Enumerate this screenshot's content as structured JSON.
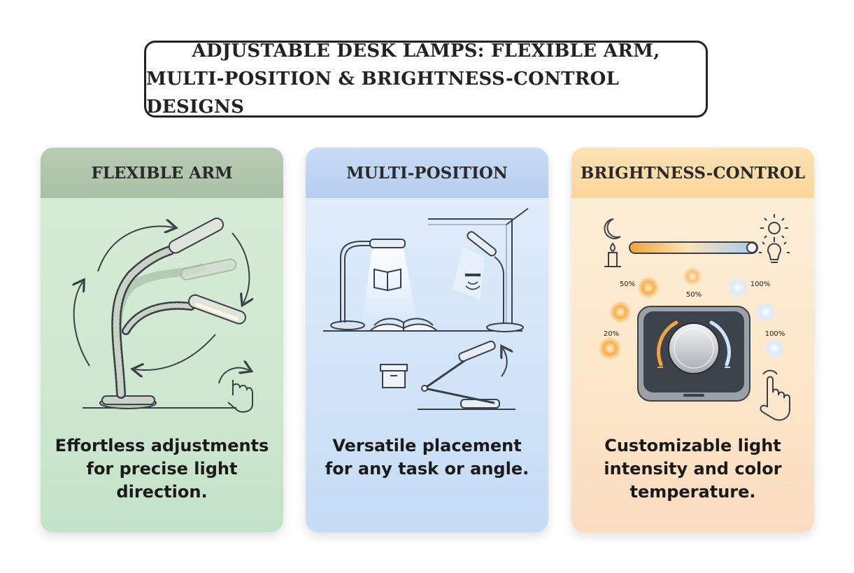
{
  "title": {
    "line1": "ADJUSTABLE DESK LAMPS: FLEXIBLE ARM,",
    "line2": "MULTI-POSITION & BRIGHTNESS-CONTROL DESIGNS"
  },
  "cards": [
    {
      "heading": "FLEXIBLE ARM",
      "desc": [
        "Effortless adjustments",
        "for precise light",
        "direction."
      ],
      "icons": [
        "gooseneck-lamp-icon",
        "rotate-arrows-icon",
        "hand-gesture-icon"
      ]
    },
    {
      "heading": "MULTI-POSITION",
      "desc": [
        "Versatile placement",
        "for any task or angle."
      ],
      "icons": [
        "desk-lamp-icon",
        "book-icon",
        "open-book-icon",
        "wall-lamp-icon",
        "box-icon",
        "folding-lamp-icon"
      ]
    },
    {
      "heading": "BRIGHTNESS-CONTROL",
      "desc": [
        "Customizable light",
        "intensity and color",
        "temperature."
      ],
      "icons": [
        "moon-icon",
        "sun-icon",
        "candle-icon",
        "lightbulb-icon",
        "dimmer-knob-icon",
        "hand-pointer-icon"
      ],
      "levels": {
        "left_top": "50%",
        "middle": "50%",
        "right_top": "100%",
        "left_bottom": "20%",
        "right_bottom": "100%"
      }
    }
  ],
  "colors": {
    "green_card": "#cfe8d0",
    "blue_card": "#d3e5f8",
    "orange_card": "#fde8cb",
    "line_art": "#3a4048"
  }
}
